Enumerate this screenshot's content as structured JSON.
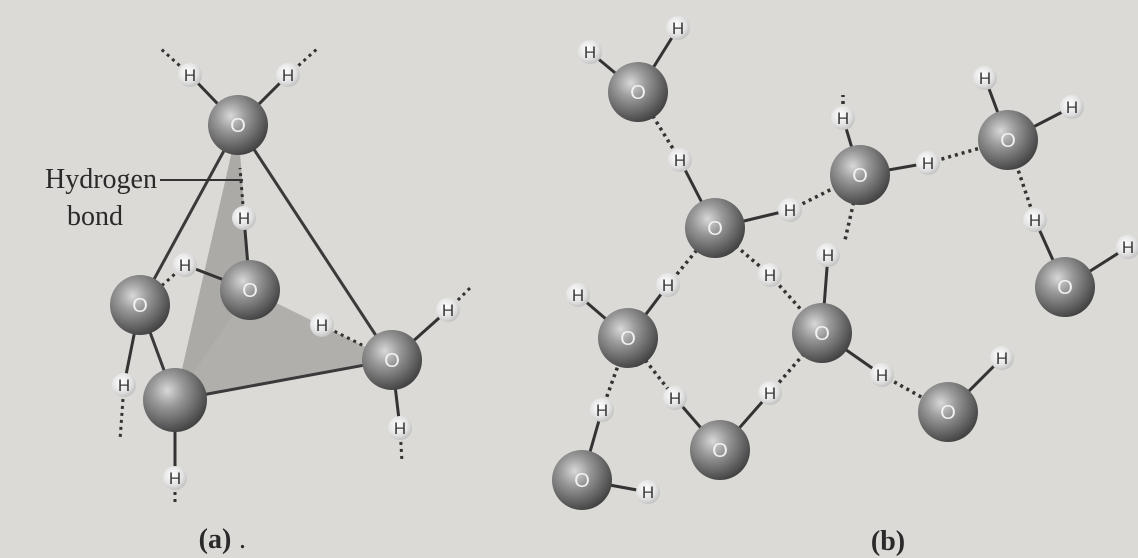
{
  "panel_a": {
    "label_hydrogen": "Hydrogen",
    "label_bond": "bond",
    "caption": "(a)",
    "caption_suffix": ".",
    "oxygen_symbol": "O",
    "hydrogen_symbol": "H"
  },
  "panel_b": {
    "caption": "(b)",
    "oxygen_symbol": "O",
    "hydrogen_symbol": "H"
  },
  "colors": {
    "background": "#dcdad6",
    "oxygen_fill": "#8c8c8c",
    "oxygen_dark": "#4a4a4a",
    "hydrogen_fill": "#e4e4e4",
    "bond_line": "#3a3a3a",
    "tetrahedron_face": "#a9a7a4"
  }
}
